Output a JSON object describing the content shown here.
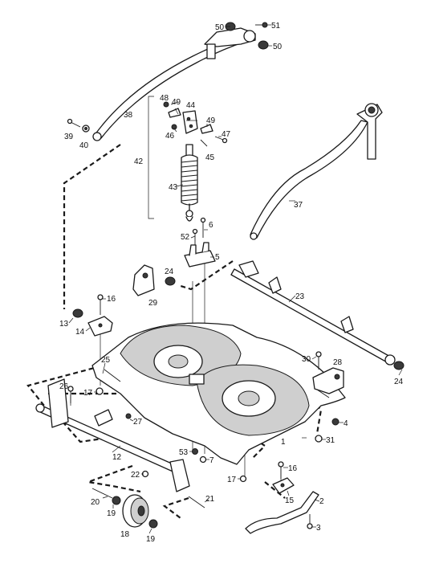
{
  "diagram": {
    "callouts": [
      {
        "id": "50a",
        "text": "50"
      },
      {
        "id": "51",
        "text": "51"
      },
      {
        "id": "50b",
        "text": "50"
      },
      {
        "id": "38",
        "text": "38"
      },
      {
        "id": "39",
        "text": "39"
      },
      {
        "id": "40",
        "text": "40"
      },
      {
        "id": "48",
        "text": "48"
      },
      {
        "id": "49a",
        "text": "49"
      },
      {
        "id": "44",
        "text": "44"
      },
      {
        "id": "49b",
        "text": "49"
      },
      {
        "id": "46",
        "text": "46"
      },
      {
        "id": "47",
        "text": "47"
      },
      {
        "id": "42",
        "text": "42"
      },
      {
        "id": "45",
        "text": "45"
      },
      {
        "id": "43",
        "text": "43"
      },
      {
        "id": "37",
        "text": "37"
      },
      {
        "id": "6",
        "text": "6"
      },
      {
        "id": "52",
        "text": "52"
      },
      {
        "id": "5",
        "text": "5"
      },
      {
        "id": "24a",
        "text": "24"
      },
      {
        "id": "29",
        "text": "29"
      },
      {
        "id": "23",
        "text": "23"
      },
      {
        "id": "16a",
        "text": "16"
      },
      {
        "id": "13",
        "text": "13"
      },
      {
        "id": "14",
        "text": "14"
      },
      {
        "id": "30",
        "text": "30"
      },
      {
        "id": "28",
        "text": "28"
      },
      {
        "id": "24b",
        "text": "24"
      },
      {
        "id": "26",
        "text": "26"
      },
      {
        "id": "17a",
        "text": "17"
      },
      {
        "id": "25",
        "text": "25"
      },
      {
        "id": "27",
        "text": "27"
      },
      {
        "id": "4",
        "text": "4"
      },
      {
        "id": "1",
        "text": "1"
      },
      {
        "id": "31",
        "text": "31"
      },
      {
        "id": "12",
        "text": "12"
      },
      {
        "id": "53",
        "text": "53"
      },
      {
        "id": "7",
        "text": "7"
      },
      {
        "id": "22",
        "text": "22"
      },
      {
        "id": "16b",
        "text": "16"
      },
      {
        "id": "17b",
        "text": "17"
      },
      {
        "id": "20",
        "text": "20"
      },
      {
        "id": "21",
        "text": "21"
      },
      {
        "id": "15",
        "text": "15"
      },
      {
        "id": "2",
        "text": "2"
      },
      {
        "id": "19a",
        "text": "19"
      },
      {
        "id": "18",
        "text": "18"
      },
      {
        "id": "19b",
        "text": "19"
      },
      {
        "id": "3",
        "text": "3"
      }
    ]
  }
}
